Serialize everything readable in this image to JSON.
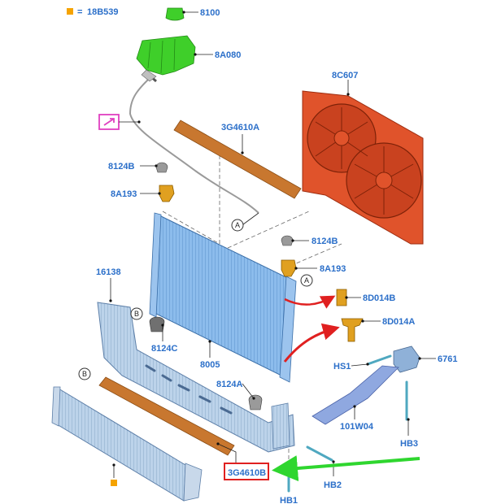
{
  "legend": {
    "code": "18B539",
    "prefix": "="
  },
  "markers": {
    "A": "A",
    "B": "B"
  },
  "labels": {
    "p8100": "8100",
    "p8A080": "8A080",
    "p8C607": "8C607",
    "p3G4610A": "3G4610A",
    "p8124B_1": "8124B",
    "p8A193_1": "8A193",
    "p8124B_2": "8124B",
    "p8A193_2": "8A193",
    "p16138": "16138",
    "p8D014B": "8D014B",
    "p8D014A": "8D014A",
    "p8124C": "8124C",
    "p8005": "8005",
    "p8124A": "8124A",
    "pHS1": "HS1",
    "p6761": "6761",
    "p101W04": "101W04",
    "pHB3": "HB3",
    "pHB2": "HB2",
    "pHB1": "HB1",
    "p3G4610B": "3G4610B"
  },
  "colors": {
    "label": "#2b6fc9",
    "reservoir": "#3fcf2a",
    "fan": "#e0532b",
    "radiator": "#7fb2e8",
    "foam": "#c8772f",
    "highlight_box": "#e02020",
    "green_arrow": "#2fd62f",
    "red_arrow": "#e02020",
    "legend_square": "#f5a300",
    "marker_box": "#e040c0"
  }
}
